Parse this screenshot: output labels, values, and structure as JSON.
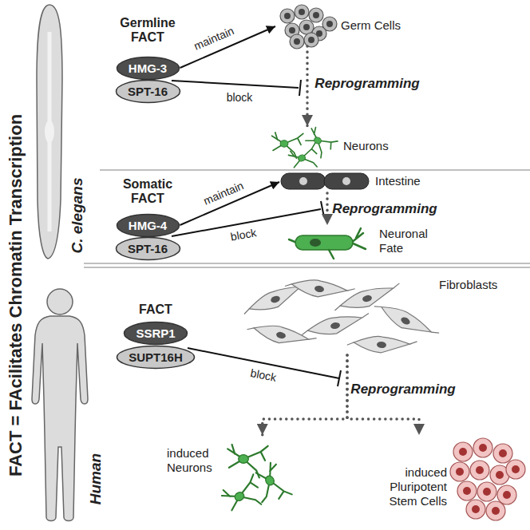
{
  "diagram": {
    "nodes": [
      {
        "text": [
          "HMG-3"
        ]
      },
      {
        "text": [
          "SPT-16"
        ]
      },
      {
        "text": [
          "Germ Cells"
        ]
      },
      {
        "text": [
          "Neurons"
        ]
      },
      {
        "text": [
          "HMG-4"
        ]
      },
      {
        "text": [
          "SPT-16"
        ]
      },
      {
        "text": [
          "Intestine"
        ]
      },
      {
        "text": [
          "Neuronal Fate"
        ]
      },
      {
        "text": [
          "SSRP1"
        ]
      },
      {
        "text": [
          "SUPT16H"
        ]
      },
      {
        "text": [
          "Fibroblasts"
        ]
      },
      {
        "text": [
          "induced Neurons"
        ]
      },
      {
        "text": [
          "induced Pluripotent Stem Cells"
        ]
      }
    ],
    "edges": [
      {
        "from": 0,
        "to": 2,
        "arrow": "to",
        "label": "maintain"
      },
      {
        "from": 2,
        "to": 3,
        "arrow": "to",
        "label": "Reprogramming"
      },
      {
        "from": 4,
        "to": 6,
        "arrow": "to",
        "label": "maintain"
      },
      {
        "from": 6,
        "to": 7,
        "arrow": "to",
        "label": "Reprogramming"
      },
      {
        "from": 10,
        "to": 11,
        "arrow": "to",
        "label": "Reprogramming"
      },
      {
        "from": 10,
        "to": 12,
        "arrow": "to"
      }
    ],
    "labels": [
      "FACT = FAcilitates Chromatin Transcription",
      "C. elegans",
      "Human",
      "Germline FACT",
      "block",
      "Somatic FACT",
      "block",
      "FACT",
      "block"
    ]
  }
}
